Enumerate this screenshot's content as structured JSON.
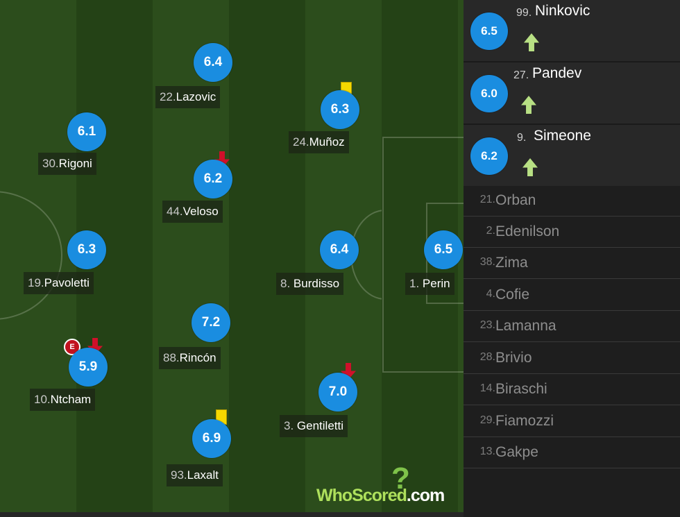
{
  "starters": [
    {
      "num": "22.",
      "name": "Lazovic",
      "rating": "6.4",
      "icons": []
    },
    {
      "num": "24.",
      "name": "Muñoz",
      "rating": "6.3",
      "icons": [
        "yellow-card"
      ]
    },
    {
      "num": "30.",
      "name": "Rigoni",
      "rating": "6.1",
      "icons": []
    },
    {
      "num": "44.",
      "name": "Veloso",
      "rating": "6.2",
      "icons": [
        "sub-off"
      ]
    },
    {
      "num": "19.",
      "name": "Pavoletti",
      "rating": "6.3",
      "icons": []
    },
    {
      "num": "8. ",
      "name": "Burdisso",
      "rating": "6.4",
      "icons": []
    },
    {
      "num": "1. ",
      "name": "Perin",
      "rating": "6.5",
      "icons": []
    },
    {
      "num": "88.",
      "name": "Rincón",
      "rating": "7.2",
      "icons": []
    },
    {
      "num": "10.",
      "name": "Ntcham",
      "rating": "5.9",
      "icons": [
        "goal",
        "sub-off"
      ]
    },
    {
      "num": "3. ",
      "name": "Gentiletti",
      "rating": "7.0",
      "icons": [
        "sub-off"
      ]
    },
    {
      "num": "93.",
      "name": "Laxalt",
      "rating": "6.9",
      "icons": [
        "yellow-card"
      ]
    }
  ],
  "goal_badge_text": "E",
  "subs_used": [
    {
      "num": "99.",
      "name": "Ninkovic",
      "rating": "6.5",
      "icon": "sub-on"
    },
    {
      "num": "27.",
      "name": "Pandev",
      "rating": "6.0",
      "icon": "sub-on"
    },
    {
      "num": "9. ",
      "name": "Simeone",
      "rating": "6.2",
      "icon": "sub-on"
    }
  ],
  "subs_unused": [
    {
      "num": "21.",
      "name": "Orban"
    },
    {
      "num": "2. ",
      "name": "Edenilson"
    },
    {
      "num": "38.",
      "name": "Zima"
    },
    {
      "num": "4. ",
      "name": "Cofie"
    },
    {
      "num": "23.",
      "name": "Lamanna"
    },
    {
      "num": "28.",
      "name": "Brivio"
    },
    {
      "num": "14.",
      "name": "Biraschi"
    },
    {
      "num": "29.",
      "name": "Fiamozzi"
    },
    {
      "num": "13.",
      "name": "Gakpe"
    }
  ],
  "logo": {
    "text_who": "WhoScored",
    "text_dot": ".com"
  },
  "colors": {
    "rating_bg": "#1a8de0",
    "sub_on": "#b8e084",
    "sub_off": "#d0102a",
    "yellow_card": "#f5d800"
  }
}
